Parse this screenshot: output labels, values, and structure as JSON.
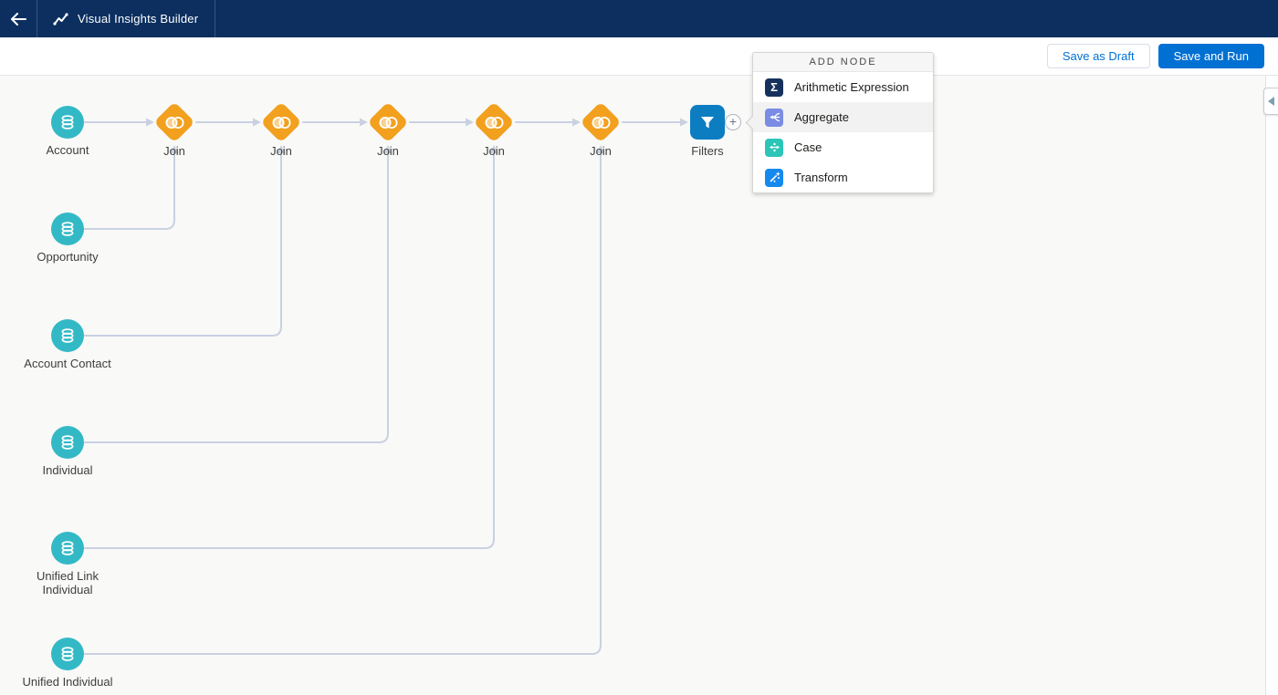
{
  "header": {
    "title": "Visual Insights Builder"
  },
  "toolbar": {
    "save_draft_label": "Save as Draft",
    "save_run_label": "Save and Run"
  },
  "add_node_menu": {
    "title": "ADD NODE",
    "items": [
      {
        "label": "Arithmetic Expression",
        "icon": "sigma-icon",
        "glyph": "Σ",
        "color": "#16325c",
        "highlighted": false
      },
      {
        "label": "Aggregate",
        "icon": "merge-icon",
        "color": "#7a8ce4",
        "highlighted": true
      },
      {
        "label": "Case",
        "icon": "split-arrows-icon",
        "color": "#2cc5b8",
        "highlighted": false
      },
      {
        "label": "Transform",
        "icon": "magic-wand-icon",
        "color": "#1589ee",
        "highlighted": false
      }
    ]
  },
  "flow": {
    "sources": [
      {
        "label": "Account"
      },
      {
        "label": "Opportunity"
      },
      {
        "label": "Account Contact"
      },
      {
        "label": "Individual"
      },
      {
        "label": "Unified Link Individual"
      },
      {
        "label": "Unified Individual"
      }
    ],
    "join_label": "Join",
    "filters_label": "Filters",
    "plus_label": "+"
  },
  "colors": {
    "header_bg": "#0c2f60",
    "accent_blue": "#0070d2",
    "source_teal": "#33b9c6",
    "join_orange": "#f2a01e",
    "filter_blue": "#0d7dc1",
    "connector_gray": "#c9d1e1",
    "canvas_bg": "#f9f9f8"
  }
}
